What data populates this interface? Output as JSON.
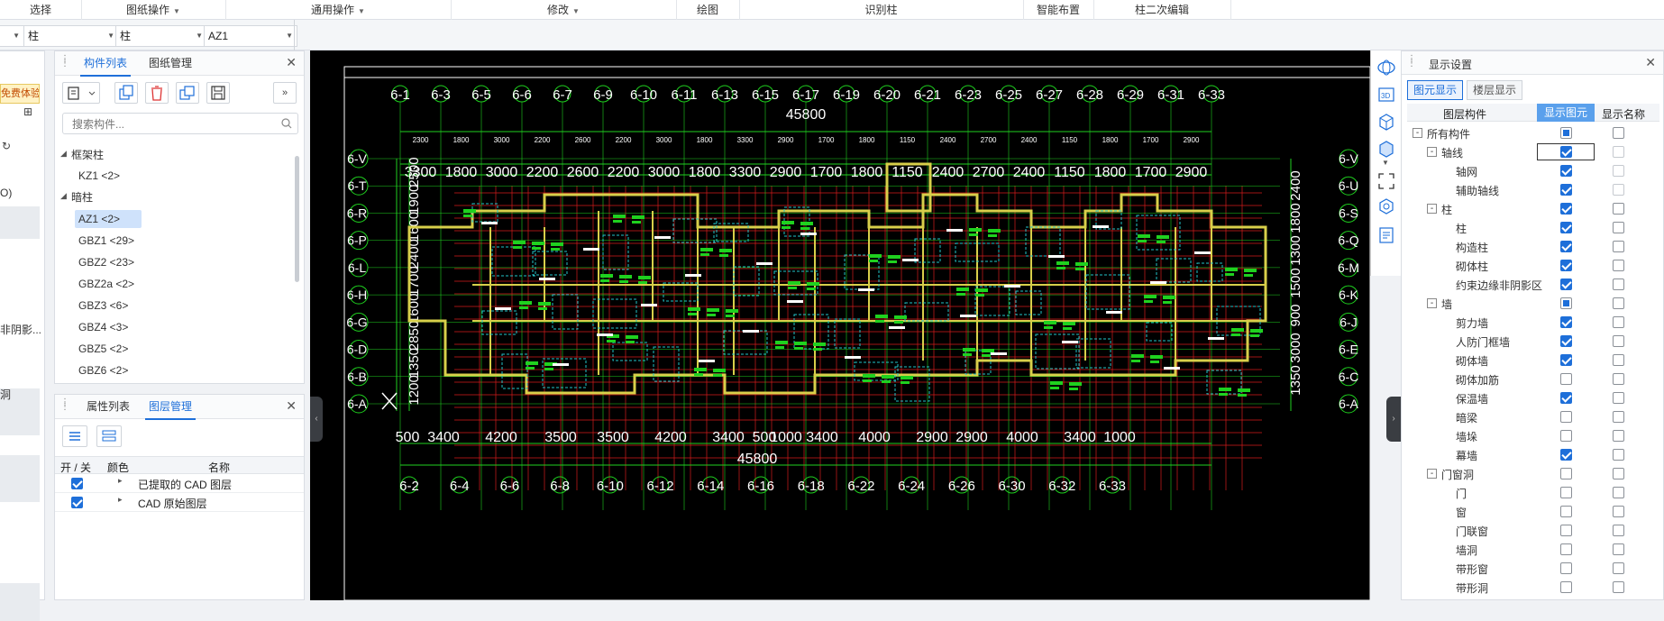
{
  "ribbon": {
    "items": [
      {
        "label": "选择"
      },
      {
        "label": "图纸操作",
        "dropdown": true
      },
      {
        "label": "通用操作",
        "dropdown": true
      },
      {
        "label": "修改",
        "dropdown": true
      },
      {
        "label": "绘图"
      },
      {
        "label": "识别柱"
      },
      {
        "label": "智能布置"
      },
      {
        "label": "柱二次编辑"
      }
    ]
  },
  "selectors": {
    "category": "柱",
    "type": "柱",
    "component": "AZ1"
  },
  "far_left": {
    "badge": "免费体验",
    "texts": [
      "O)",
      "非阴影...",
      "洞"
    ]
  },
  "component_panel": {
    "tabs": [
      "构件列表",
      "图纸管理"
    ],
    "active_tab": "构件列表",
    "search_placeholder": "搜索构件...",
    "groups": [
      {
        "name": "框架柱",
        "items": [
          "KZ1 <2>"
        ]
      },
      {
        "name": "暗柱",
        "items": [
          "AZ1 <2>",
          "GBZ1 <29>",
          "GBZ2 <23>",
          "GBZ2a <2>",
          "GBZ3 <6>",
          "GBZ4 <3>",
          "GBZ5 <2>",
          "GBZ6 <2>"
        ]
      }
    ],
    "selected_item": "AZ1 <2>"
  },
  "layer_panel": {
    "tabs": [
      "属性列表",
      "图层管理"
    ],
    "active_tab": "图层管理",
    "headers": [
      "开 / 关",
      "颜色",
      "名称"
    ],
    "rows": [
      {
        "on": true,
        "name": "已提取的 CAD 图层"
      },
      {
        "on": true,
        "name": "CAD 原始图层"
      }
    ]
  },
  "drawing": {
    "top_axes": [
      "6-1",
      "6-3",
      "6-5",
      "6-6",
      "6-7",
      "6-9",
      "6-10",
      "6-11",
      "6-13",
      "6-15",
      "6-17",
      "6-19",
      "6-20",
      "6-21",
      "6-23",
      "6-25",
      "6-27",
      "6-28",
      "6-29",
      "6-31",
      "6-33"
    ],
    "top_total": "45800",
    "top_dims": [
      "3300",
      "1800",
      "3000",
      "2200",
      "2600",
      "2200",
      "3000",
      "1800",
      "3300",
      "2900",
      "1700",
      "1800",
      "1150",
      "2400",
      "2700",
      "2400",
      "1150",
      "1800",
      "1700",
      "2900"
    ],
    "top_small_dims": [
      "2300",
      "1800",
      "3000",
      "2200",
      "2600",
      "2200",
      "3000",
      "1800",
      "3300",
      "2900",
      "1700",
      "1800",
      "1150",
      "2400",
      "2700",
      "2400",
      "1150",
      "1800",
      "1700",
      "2900"
    ],
    "bottom_dims": [
      "500",
      "3400",
      "4200",
      "3500",
      "3500",
      "4200",
      "3400",
      "500",
      "1000",
      "3400",
      "4000",
      "2900",
      "2900",
      "4000",
      "3400",
      "1000"
    ],
    "bottom_total": "45800",
    "bottom_axes": [
      "6-2",
      "6-4",
      "6-6",
      "6-8",
      "6-10",
      "6-12",
      "6-14",
      "6-16",
      "6-18",
      "6-22",
      "6-24",
      "6-26",
      "6-30",
      "6-32",
      "6-33"
    ],
    "left_axes": [
      "6-V",
      "6-T",
      "6-R",
      "6-P",
      "6-L",
      "6-H",
      "6-G",
      "6-D",
      "6-B",
      "6-A"
    ],
    "right_axes": [
      "6-V",
      "6-U",
      "6-S",
      "6-Q",
      "6-M",
      "6-K",
      "6-J",
      "6-E",
      "6-C",
      "6-A"
    ],
    "left_dims": [
      "2500",
      "1900",
      "1600",
      "2400",
      "1700",
      "1600",
      "2850",
      "1350",
      "1200"
    ],
    "right_dims": [
      "2400",
      "1800",
      "1300",
      "1500",
      "900",
      "3000",
      "1350"
    ]
  },
  "display_settings": {
    "title": "显示设置",
    "tabs": [
      "图元显示",
      "楼层显示"
    ],
    "active_tab": "图元显示",
    "headers": [
      "图层构件",
      "显示图元",
      "显示名称"
    ],
    "rows": [
      {
        "label": "所有构件",
        "level": 0,
        "toggle": "-",
        "show": "partial",
        "name": false
      },
      {
        "label": "轴线",
        "level": 1,
        "toggle": "-",
        "show": true,
        "name": false,
        "focused": true
      },
      {
        "label": "轴网",
        "level": 2,
        "show": true,
        "name": false
      },
      {
        "label": "辅助轴线",
        "level": 2,
        "show": true,
        "name": false
      },
      {
        "label": "柱",
        "level": 1,
        "toggle": "-",
        "show": true,
        "name": false
      },
      {
        "label": "柱",
        "level": 2,
        "show": true,
        "name": false
      },
      {
        "label": "构造柱",
        "level": 2,
        "show": true,
        "name": false
      },
      {
        "label": "砌体柱",
        "level": 2,
        "show": true,
        "name": false
      },
      {
        "label": "约束边缘非阴影区",
        "level": 2,
        "show": true,
        "name": false
      },
      {
        "label": "墙",
        "level": 1,
        "toggle": "-",
        "show": "partial",
        "name": false
      },
      {
        "label": "剪力墙",
        "level": 2,
        "show": true,
        "name": false
      },
      {
        "label": "人防门框墙",
        "level": 2,
        "show": true,
        "name": false
      },
      {
        "label": "砌体墙",
        "level": 2,
        "show": true,
        "name": false
      },
      {
        "label": "砌体加筋",
        "level": 2,
        "show": false,
        "name": false
      },
      {
        "label": "保温墙",
        "level": 2,
        "show": true,
        "name": false
      },
      {
        "label": "暗梁",
        "level": 2,
        "show": false,
        "name": false
      },
      {
        "label": "墙垛",
        "level": 2,
        "show": false,
        "name": false
      },
      {
        "label": "幕墙",
        "level": 2,
        "show": true,
        "name": false
      },
      {
        "label": "门窗洞",
        "level": 1,
        "toggle": "-",
        "show": false,
        "name": false
      },
      {
        "label": "门",
        "level": 2,
        "show": false,
        "name": false
      },
      {
        "label": "窗",
        "level": 2,
        "show": false,
        "name": false
      },
      {
        "label": "门联窗",
        "level": 2,
        "show": false,
        "name": false
      },
      {
        "label": "墙洞",
        "level": 2,
        "show": false,
        "name": false
      },
      {
        "label": "带形窗",
        "level": 2,
        "show": false,
        "name": false
      },
      {
        "label": "带形洞",
        "level": 2,
        "show": false,
        "name": false
      }
    ]
  },
  "colors": {
    "accent": "#1e6fd9",
    "canvas": "#000000",
    "axis_green": "#1fd11f",
    "wall_yellow": "#d8cf4a",
    "rebar_red": "#d61c1c",
    "cyan": "#22c3c8"
  }
}
